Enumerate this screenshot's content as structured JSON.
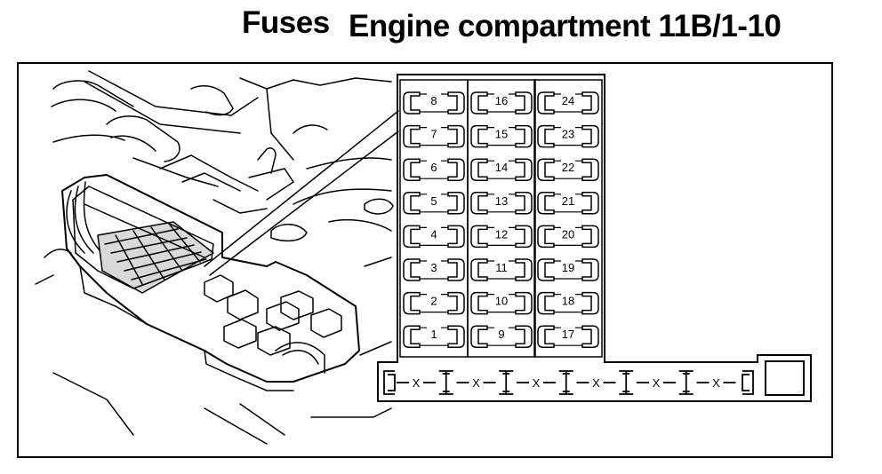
{
  "title": {
    "prefix": "Fuses",
    "main": "Engine compartment 11B/1-10"
  },
  "fuse_box": {
    "columns": [
      [
        "8",
        "7",
        "6",
        "5",
        "4",
        "3",
        "2",
        "1"
      ],
      [
        "16",
        "15",
        "14",
        "13",
        "12",
        "11",
        "10",
        "9"
      ],
      [
        "24",
        "23",
        "22",
        "21",
        "20",
        "19",
        "18",
        "17"
      ]
    ],
    "spare_markers": [
      "X",
      "X",
      "X",
      "X",
      "X",
      "X"
    ]
  }
}
